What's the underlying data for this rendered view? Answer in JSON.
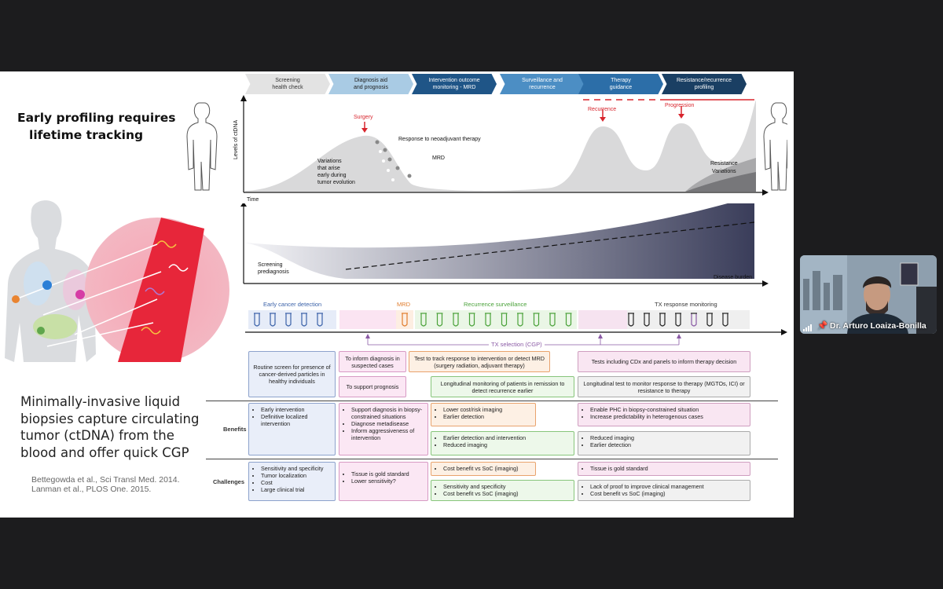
{
  "slide": {
    "title_lines": [
      "Early profiling requires",
      "lifetime tracking"
    ],
    "body_lines": [
      "Minimally-invasive liquid",
      "biopsies capture circulating",
      "tumor (ctDNA) from the",
      "blood and offer quick CGP"
    ],
    "references": [
      "Bettegowda et al., Sci Transl Med. 2014.",
      "Lanman et al., PLOS One. 2015."
    ]
  },
  "stages": [
    {
      "line1": "Screening",
      "line2": "health check",
      "color": "#e3e3e3",
      "text_color": "#333"
    },
    {
      "line1": "Diagnosis aid",
      "line2": "and prognosis",
      "color": "#a9cbe4",
      "text_color": "#222"
    },
    {
      "line1": "Intervention outcome",
      "line2": "monitoring - MRD",
      "color": "#1f5587",
      "text_color": "#fff"
    },
    {
      "line1": "Surveillance and",
      "line2": "recurrence",
      "color": "#4c8ec4",
      "text_color": "#fff"
    },
    {
      "line1": "Therapy",
      "line2": "guidance",
      "color": "#2c6ea8",
      "text_color": "#fff"
    },
    {
      "line1": "Resistance/recurrence",
      "line2": "profiling",
      "color": "#1a3f63",
      "text_color": "#fff"
    }
  ],
  "curve": {
    "y_label": "Levels of ctDNA",
    "x_label": "Time",
    "surgery": "Surgery",
    "neoadjuvant": "Response to neoadjuvant therapy",
    "mrd": "MRD",
    "variations": [
      "Variations",
      "that arise",
      "early during",
      "tumor evolution"
    ],
    "recurrence": "Recurrence",
    "progression": "Progression",
    "resistance": "Resistance",
    "variations_right": "Variations"
  },
  "burden": {
    "screening": [
      "Screening",
      "prediagnosis"
    ],
    "x_label": "Disease burden"
  },
  "sections": {
    "early": "Early cancer detection",
    "mrd": "MRD",
    "recurrence": "Recurrence surveillance",
    "tx": "TX response monitoring",
    "tx_selection": "TX selection (CGP)"
  },
  "rows": {
    "benefits": "Benefits",
    "challenges": "Challenges"
  },
  "boxes": {
    "routine": "Routine screen for presence of cancer-derived particles in healthy individuals",
    "inform": "To inform diagnosis in suspected cases",
    "support": "To support prognosis",
    "test_track": "Test to track response to intervention or detect MRD (surgery radiation, adjuvant therapy)",
    "longitudinal": "Longitudinal monitoring of patients in remission to detect recurrence earlier",
    "cdx": "Tests including CDx and panels to inform therapy decision",
    "longitudinal_test": "Longitudinal test to monitor response to therapy (MGTOs, ICI) or resistance to therapy",
    "benefit_early": [
      "Early intervention",
      "Definitive localized intervention"
    ],
    "benefit_dx": [
      "Support diagnosis in biopsy-constrained situations",
      "Diagnose metadisease",
      "Inform aggressiveness of intervention"
    ],
    "benefit_mrd": [
      "Lower cost/risk imaging",
      "Earlier detection"
    ],
    "benefit_rec": [
      "Earlier detection and intervention",
      "Reduced imaging"
    ],
    "benefit_tx1": [
      "Enable PHC in biopsy-constrained situation",
      "Increase predictability in heterogenous cases"
    ],
    "benefit_tx2": [
      "Reduced imaging",
      "Earlier detection"
    ],
    "ch_early": [
      "Sensitivity and specificity",
      "Tumor localization",
      "Cost",
      "Large clinical trial"
    ],
    "ch_dx": [
      "Tissue is gold standard",
      "Lower sensitivity?"
    ],
    "ch_mrd": [
      "Cost benefit vs SoC (imaging)"
    ],
    "ch_rec": [
      "Sensitivity and specificity",
      "Cost benefit vs SoC (imaging)"
    ],
    "ch_tx1": [
      "Tissue is gold standard"
    ],
    "ch_tx2": [
      "Lack of proof to improve clinical management",
      "Cost benefit vs SoC (imaging)"
    ]
  },
  "participant": {
    "name": "Dr. Arturo Loaiza-Bonilla"
  }
}
